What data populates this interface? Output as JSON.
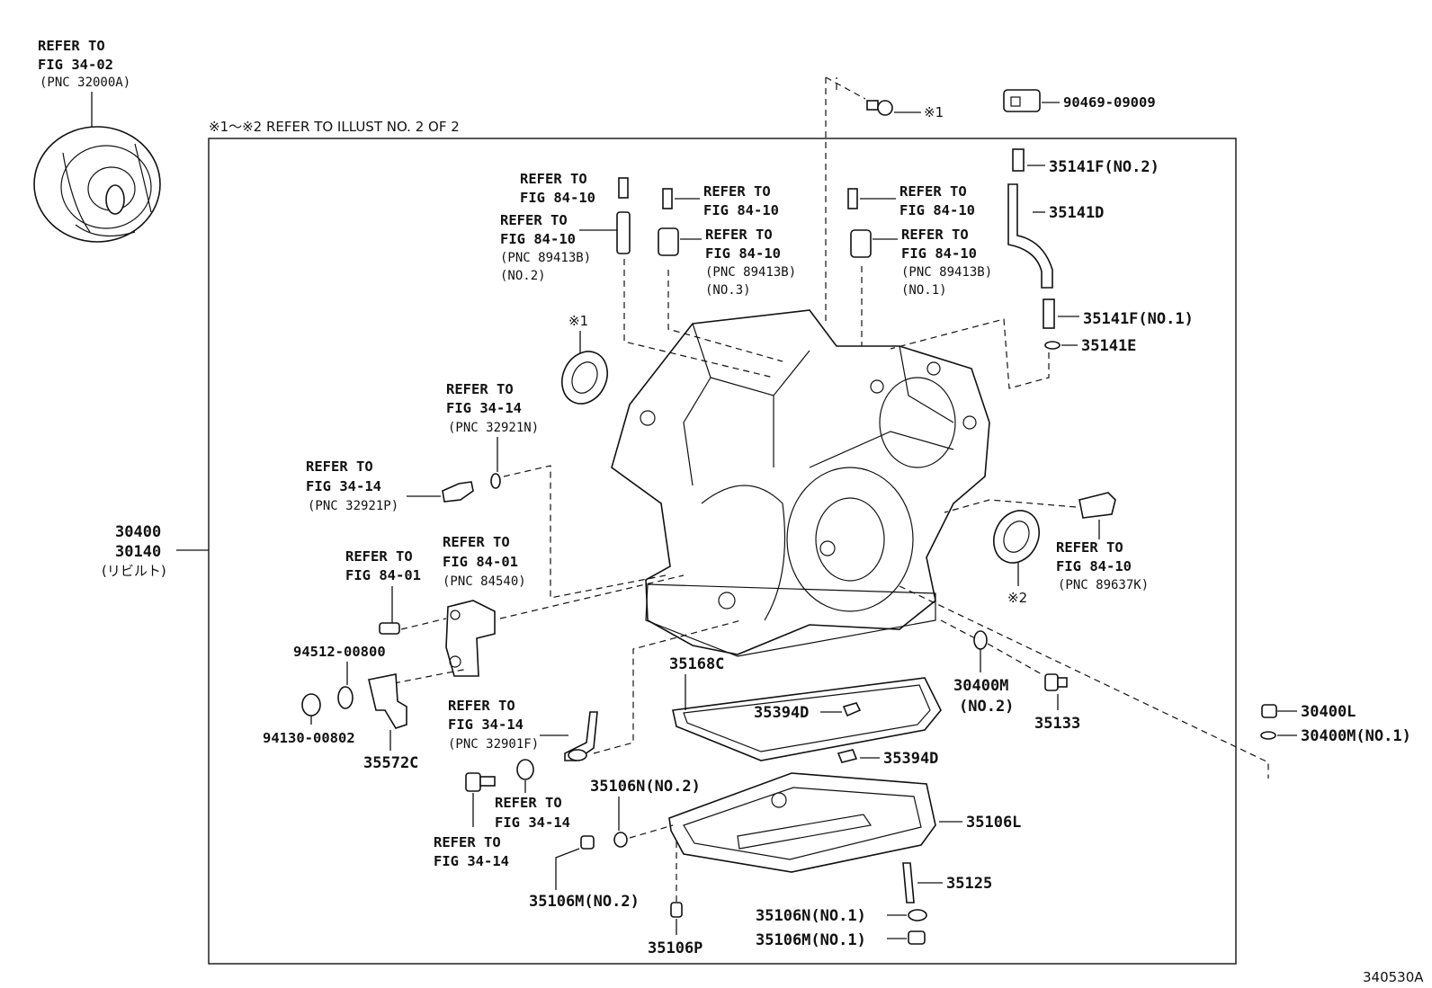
{
  "header_note": "※1～※2 REFER TO ILLUST NO. 2 OF 2",
  "figure_id": "340530A",
  "assembly": {
    "numbers": [
      "30400",
      "30140"
    ],
    "note": "(リビルト)"
  },
  "torque_converter": {
    "lines": [
      "REFER TO",
      "FIG 34-02",
      "(PNC 32000A)"
    ]
  },
  "top_right": {
    "mark1": "※1",
    "part_a": "90469-09009",
    "part_b": "35141F(NO.2)",
    "part_c": "35141D",
    "part_d": "35141F(NO.1)",
    "part_e": "35141E"
  },
  "sensors": {
    "s1_bolt": [
      "REFER TO",
      "FIG 84-10"
    ],
    "s1_sensor": [
      "REFER TO",
      "FIG 84-10",
      "(PNC 89413B)",
      "(NO.2)"
    ],
    "s2_bolt": [
      "REFER TO",
      "FIG 84-10"
    ],
    "s2_sensor": [
      "REFER TO",
      "FIG 84-10",
      "(PNC 89413B)",
      "(NO.3)"
    ],
    "s3_bolt": [
      "REFER TO",
      "FIG 84-10"
    ],
    "s3_sensor": [
      "REFER TO",
      "FIG 84-10",
      "(PNC 89413B)",
      "(NO.1)"
    ]
  },
  "seal_left_mark": "※1",
  "seal_right_mark": "※2",
  "left_parts": {
    "oring": [
      "REFER TO",
      "FIG 34-14",
      "(PNC 32921N)"
    ],
    "fitting": [
      "REFER TO",
      "FIG 34-14",
      "(PNC 32921P)"
    ],
    "switch": [
      "REFER TO",
      "FIG 84-01",
      "(PNC 84540)"
    ],
    "switch_bolt": [
      "REFER TO",
      "FIG 84-01"
    ],
    "washer": "94512-00800",
    "nut": "94130-00802",
    "bracket": "35572C",
    "tube": [
      "REFER TO",
      "FIG 34-14",
      "(PNC 32901F)"
    ],
    "tube_bolt": [
      "REFER TO",
      "FIG 34-14"
    ],
    "tube_seal": [
      "REFER TO",
      "FIG 34-14"
    ]
  },
  "right_parts": {
    "speed_sensor": [
      "REFER TO",
      "FIG 84-10",
      "(PNC 89637K)"
    ],
    "p30400m2": [
      "30400M",
      "(NO.2)"
    ],
    "p35133": "35133",
    "p30400l": "30400L",
    "p30400m1": "30400M(NO.1)"
  },
  "pan_parts": {
    "gasket": "35168C",
    "magnet_a": "35394D",
    "magnet_b": "35394D",
    "pan": "35106L",
    "seal2": "35106N(NO.2)",
    "plug2": "35106M(NO.2)",
    "bolt": "35106P",
    "stud": "35125",
    "seal1": "35106N(NO.1)",
    "plug1": "35106M(NO.1)"
  }
}
